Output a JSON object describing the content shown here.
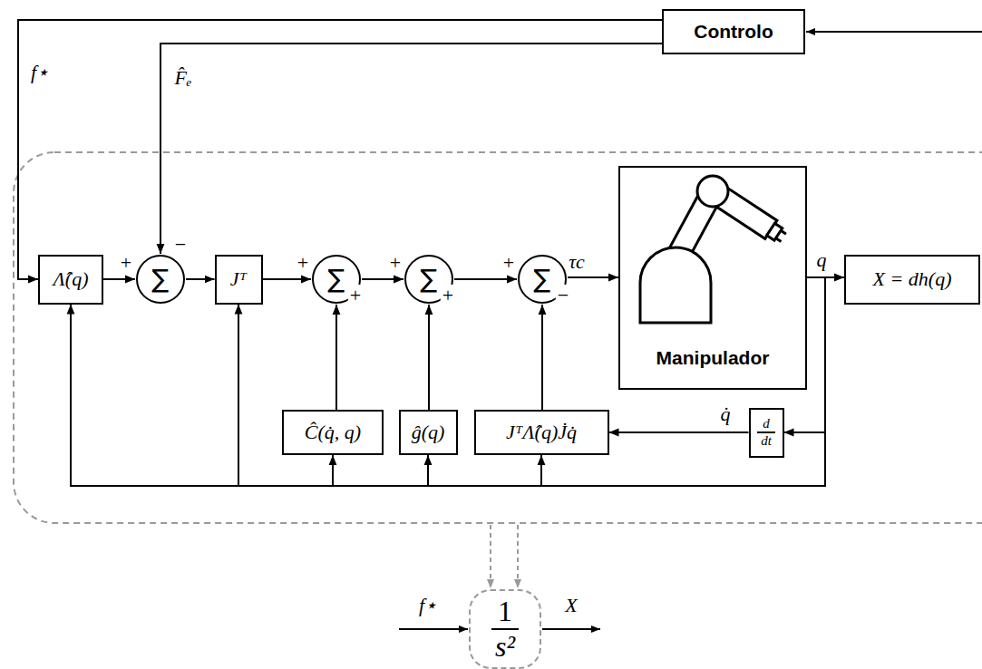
{
  "diagram": {
    "nodes": [
      {
        "text": [
          "Controlo"
        ]
      },
      {
        "text": [
          "Λ̂(q)"
        ]
      },
      {
        "text": [
          "∑"
        ]
      },
      {
        "text": [
          "Jᵀ"
        ]
      },
      {
        "text": [
          "∑"
        ]
      },
      {
        "text": [
          "∑"
        ]
      },
      {
        "text": [
          "∑"
        ]
      },
      {
        "text": [
          "Manipulador"
        ]
      },
      {
        "text": [
          "X = dh(q)"
        ]
      },
      {
        "text": [
          "Ĉ(q̇, q)"
        ]
      },
      {
        "text": [
          "ĝ(q)"
        ]
      },
      {
        "text": [
          "JᵀΛ̂(q)J̇q̇"
        ]
      },
      {
        "text": [
          "d",
          "dt"
        ]
      },
      {
        "text": [
          "1",
          "s²"
        ]
      }
    ],
    "edges": [
      {
        "from": 0,
        "to": 1,
        "arrow": "to",
        "label": "f⋆"
      },
      {
        "from": 0,
        "to": 2,
        "arrow": "to",
        "label": "F̂ₑ"
      },
      {
        "from": 1,
        "to": 2,
        "arrow": "to"
      },
      {
        "from": 2,
        "to": 3,
        "arrow": "to"
      },
      {
        "from": 3,
        "to": 4,
        "arrow": "to"
      },
      {
        "from": 4,
        "to": 5,
        "arrow": "to"
      },
      {
        "from": 5,
        "to": 6,
        "arrow": "to"
      },
      {
        "from": 6,
        "to": 7,
        "arrow": "to",
        "label": "τc"
      },
      {
        "from": 7,
        "to": 8,
        "arrow": "to",
        "label": "q"
      },
      {
        "from": 7,
        "to": 12,
        "arrow": "to"
      },
      {
        "from": 7,
        "to": 1,
        "arrow": "to"
      },
      {
        "from": 7,
        "to": 3,
        "arrow": "to"
      },
      {
        "from": 7,
        "to": 9,
        "arrow": "to"
      },
      {
        "from": 7,
        "to": 10,
        "arrow": "to"
      },
      {
        "from": 7,
        "to": 11,
        "arrow": "to"
      },
      {
        "from": 12,
        "to": 11,
        "arrow": "to",
        "label": "q̇"
      },
      {
        "from": 9,
        "to": 4,
        "arrow": "to"
      },
      {
        "from": 10,
        "to": 5,
        "arrow": "to"
      },
      {
        "from": 11,
        "to": 6,
        "arrow": "to"
      }
    ],
    "labels": [
      "+",
      "−",
      "+",
      "+",
      "+",
      "+",
      "+",
      "−",
      "f⋆",
      "X"
    ]
  }
}
